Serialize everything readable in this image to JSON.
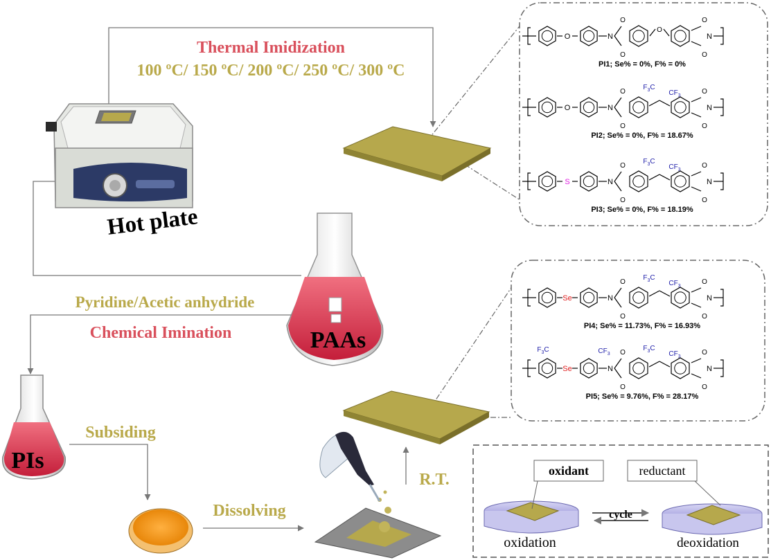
{
  "thermal": {
    "title": "Thermal Imidization",
    "temperatures": "100 ºC/ 150 ºC/ 200 ºC/ 250 ºC/ 300 ºC"
  },
  "chemical": {
    "reagent": "Pyridine/Acetic anhydride",
    "title": "Chemical Imination"
  },
  "equipment": {
    "hot_plate": "Hot plate",
    "paas": "PAAs",
    "pis": "PIs"
  },
  "steps": {
    "subsiding": "Subsiding",
    "dissolving": "Dissolving",
    "rt": "R.T."
  },
  "polymers": [
    {
      "label": "PI1; Se% = 0%, F% = 0%",
      "link": "O"
    },
    {
      "label": "PI2; Se% = 0%, F% = 18.67%",
      "link": "O"
    },
    {
      "label": "PI3; Se% = 0%, F% = 18.19%",
      "link": "S"
    },
    {
      "label": "PI4; Se% = 11.73%, F% = 16.93%",
      "link": "Se"
    },
    {
      "label": "PI5; Se% = 9.76%, F% = 28.17%",
      "link": "Se"
    }
  ],
  "chem_text": {
    "o": "O",
    "n": "N",
    "f3c": "F",
    "sub3": "3",
    "c": "C",
    "cf": "CF"
  },
  "redox": {
    "oxidant": "oxidant",
    "reductant": "reductant",
    "oxidation": "oxidation",
    "deoxidation": "deoxidation",
    "cycle": "cycle"
  },
  "colors": {
    "red_label": "#d9505c",
    "gold_label": "#b9a94a",
    "film": "#b6a84c",
    "solution": "#e8415a",
    "blue": "#1c1ca8",
    "sulfur": "#e020e0",
    "selenium": "#e02020"
  }
}
